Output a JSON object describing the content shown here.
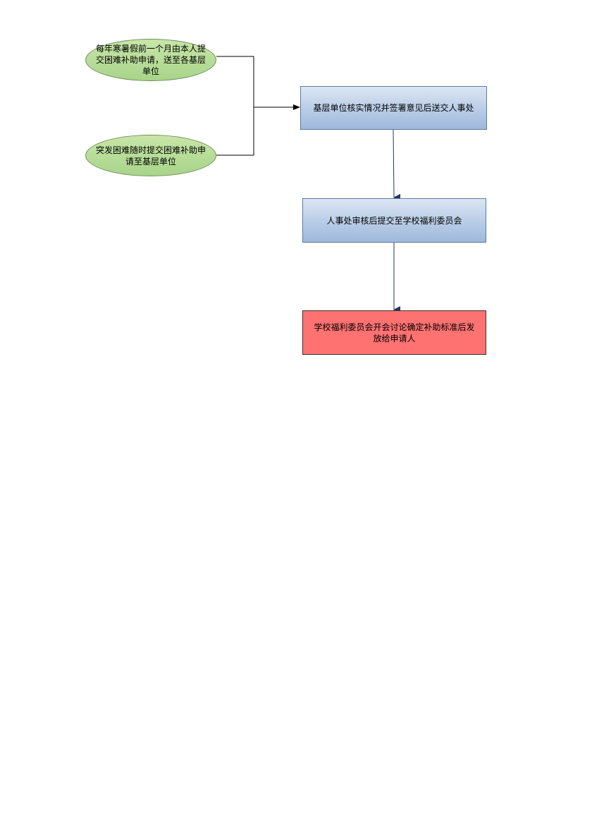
{
  "nodes": {
    "start_vacation": "每年寒暑假前一个月由本人提交困难补助申请，送至各基层单位",
    "start_sudden": "突发困难随时提交困难补助申请至基层单位",
    "unit_verify": "基层单位核实情况并签署意见后送交人事处",
    "hr_review": "人事处审核后提交至学校福利委员会",
    "committee_decision": "学校福利委员会开会讨论确定补助标准后发放给申请人"
  },
  "colors": {
    "ellipse_fill": "#b4dc96",
    "process_fill": "#b8cce4",
    "final_fill": "#ff7272",
    "connector": "#000000",
    "arrow_blue": "#1f3a5a"
  }
}
